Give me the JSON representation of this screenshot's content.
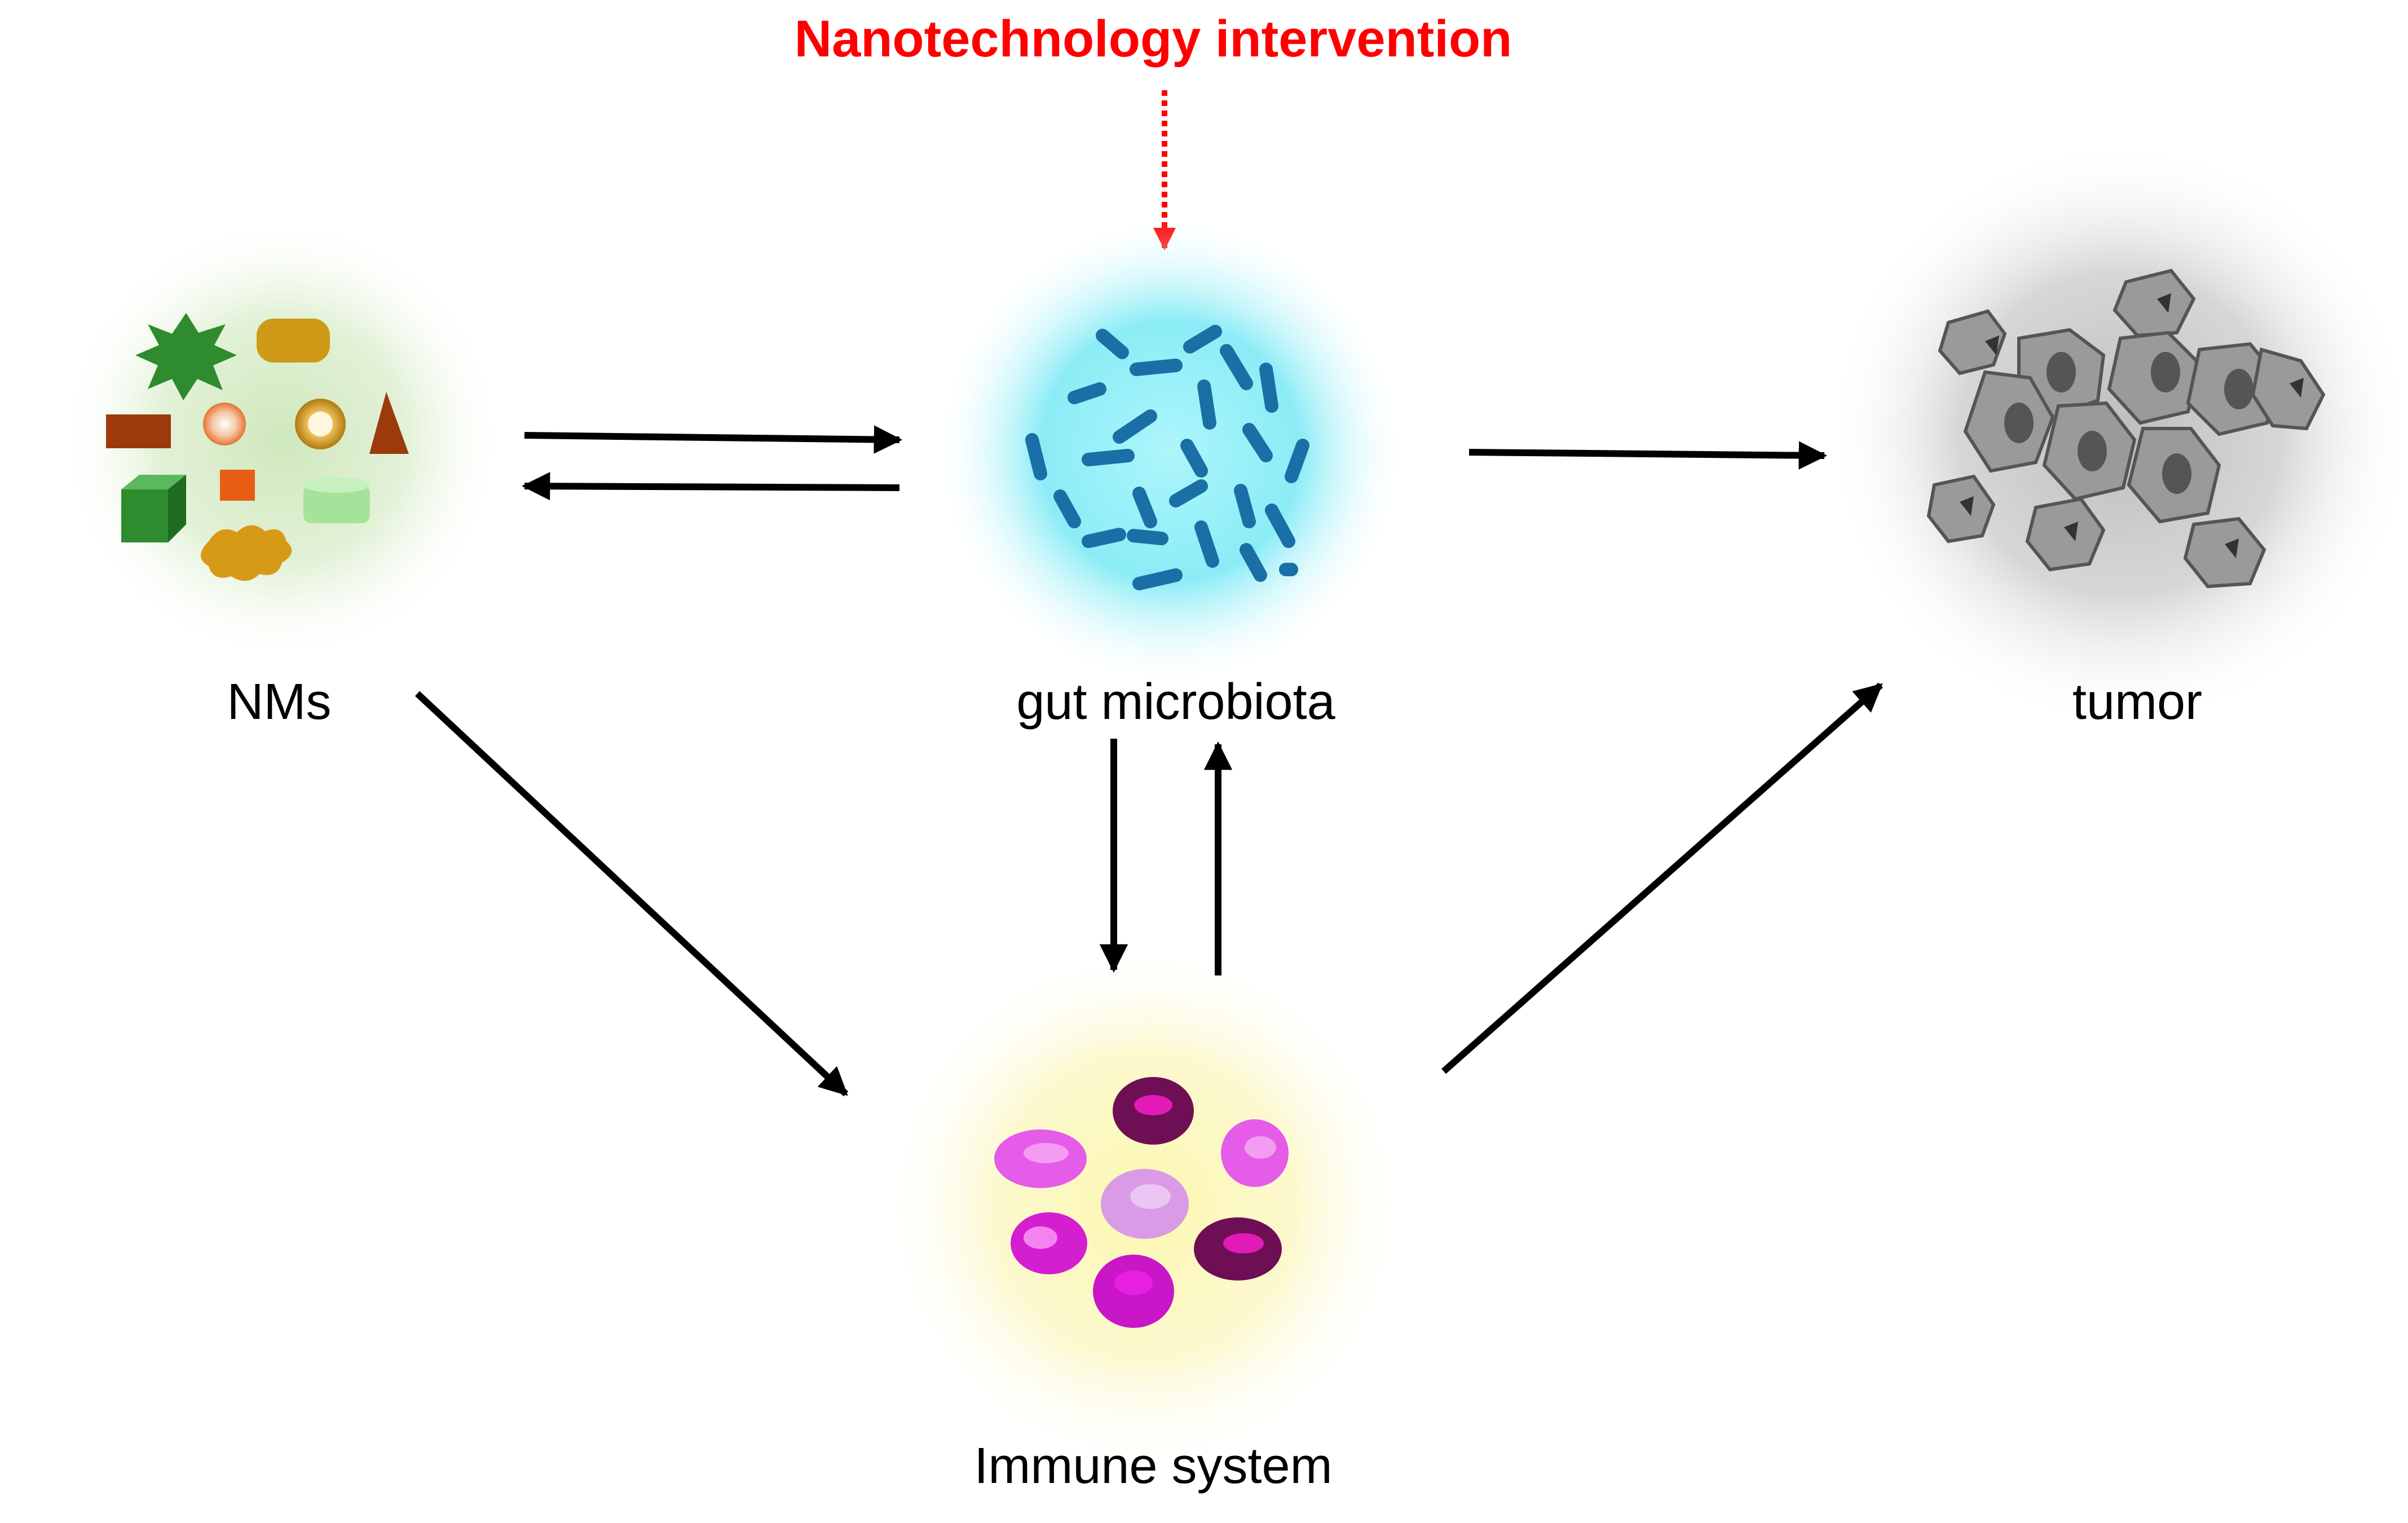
{
  "intervention_label": "Nanotechnology intervention",
  "nodes": {
    "nms": {
      "label": "NMs"
    },
    "gut": {
      "label": "gut microbiota"
    },
    "tumor": {
      "label": "tumor"
    },
    "immune": {
      "label": "Immune system"
    }
  },
  "colors": {
    "intervention": "#ff0000",
    "arrow": "#000000",
    "nms_glow": "#d6ecc6",
    "gut_glow": "#6fe8f5",
    "tumor_glow": "#bfbfbf",
    "immune_glow": "#fbf6a8",
    "bacteria": "#1a73a8",
    "tumor_cell": "#9a9a9a",
    "immune_cell_dark": "#6e0f55",
    "immune_cell_pink": "#e45ce8",
    "immune_cell_magenta": "#d41fd0",
    "immune_cell_light": "#d99be6"
  },
  "icons": {
    "nms": "nanomaterial-shapes-icon",
    "gut": "bacteria-cluster-icon",
    "tumor": "tumor-cells-icon",
    "immune": "immune-cells-icon"
  }
}
